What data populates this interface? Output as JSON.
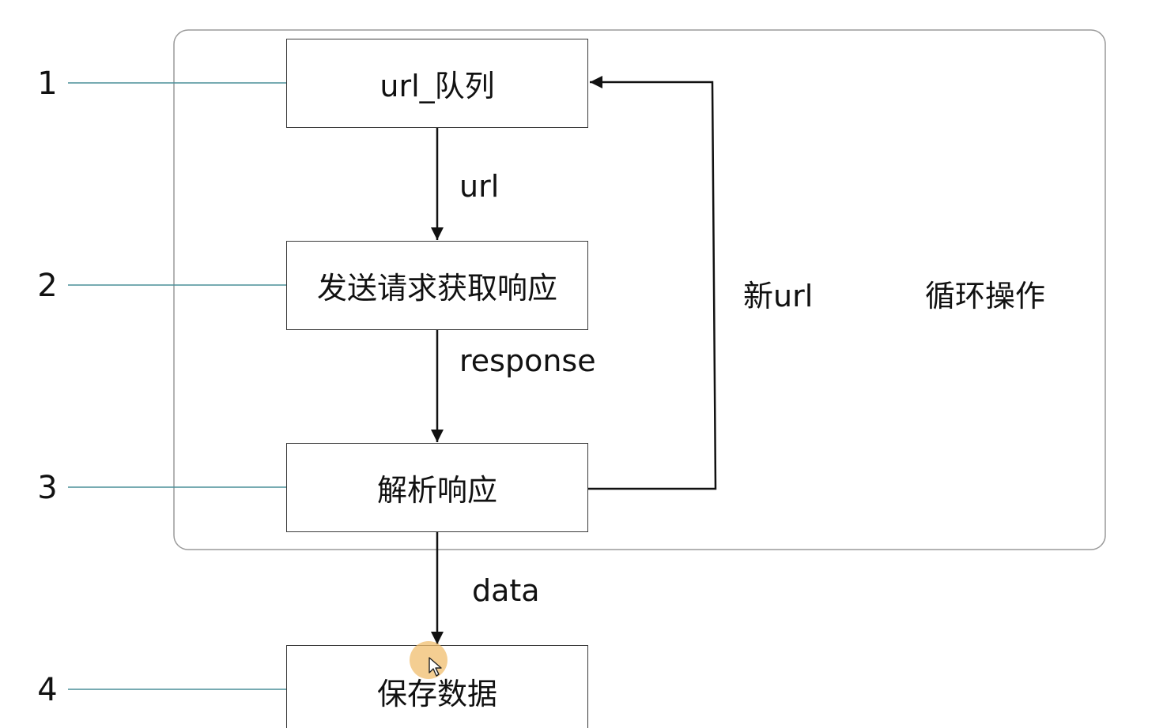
{
  "diagram": {
    "nodes": [
      {
        "id": "url-queue",
        "label": "url_队列"
      },
      {
        "id": "send-request",
        "label": "发送请求获取响应"
      },
      {
        "id": "parse-response",
        "label": "解析响应"
      },
      {
        "id": "save-data",
        "label": "保存数据"
      }
    ],
    "step_numbers": [
      "1",
      "2",
      "3",
      "4"
    ],
    "edges": [
      {
        "from": "url-queue",
        "to": "send-request",
        "label": "url"
      },
      {
        "from": "send-request",
        "to": "parse-response",
        "label": "response"
      },
      {
        "from": "parse-response",
        "to": "save-data",
        "label": "data"
      },
      {
        "from": "parse-response",
        "to": "url-queue",
        "label": "新url"
      }
    ],
    "loop_label": "循环操作",
    "colors": {
      "box_border": "#3a3a3a",
      "step_connector": "#4a8f99",
      "loop_frame": "#9a9a9a",
      "cursor_highlight": "#f0be6e"
    }
  }
}
